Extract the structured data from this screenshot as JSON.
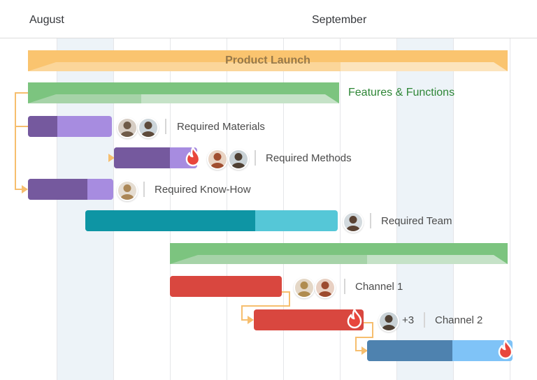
{
  "header": {
    "months": [
      {
        "label": "August"
      },
      {
        "label": "September"
      }
    ]
  },
  "tasks": {
    "product_launch": {
      "label": "Product Launch",
      "type": "summary",
      "color": "#FAC46F"
    },
    "features_functions": {
      "label": "Features & Functions",
      "type": "summary",
      "color": "#7CC47F",
      "label_color": "#2E8636"
    },
    "required_materials": {
      "label": "Required Materials",
      "assignees": 2,
      "bar_color": "#A78CE0",
      "progress_color": "#75599E"
    },
    "required_methods": {
      "label": "Required Methods",
      "assignees": 2,
      "has_deadline_flame": true,
      "bar_color": "#A78CE0",
      "progress_color": "#75599E"
    },
    "required_know_how": {
      "label": "Required Know-How",
      "assignees": 1,
      "bar_color": "#A78CE0",
      "progress_color": "#75599E"
    },
    "required_team": {
      "label": "Required Team",
      "assignees": 1,
      "bar_color": "#55C7D7",
      "progress_color": "#0E95A4"
    },
    "summary_2": {
      "label": "",
      "type": "summary",
      "color": "#7CC47F"
    },
    "channel_1": {
      "label": "Channel 1",
      "assignees": 2,
      "bar_color": "#D9473F"
    },
    "channel_2": {
      "label": "Channel 2",
      "assignees": 1,
      "overflow_badge": "+3",
      "has_deadline_flame": true,
      "bar_color": "#D9473F"
    },
    "blue_task": {
      "label": "",
      "has_deadline_flame": true,
      "bar_color": "#7FC3F7",
      "progress_color": "#4E82AF"
    }
  },
  "colors": {
    "summary_orange": "#FAC46F",
    "summary_green": "#7CC47F",
    "task_purple_light": "#A78CE0",
    "task_purple_dark": "#75599E",
    "task_teal_dark": "#0E95A4",
    "task_teal_light": "#55C7D7",
    "task_red": "#D9473F",
    "task_blue_dark": "#4E82AF",
    "task_blue_light": "#7FC3F7",
    "dependency_orange": "#F6BE6E",
    "flame_red": "#E8463C",
    "weekend_shade": "#EDF3F8"
  }
}
